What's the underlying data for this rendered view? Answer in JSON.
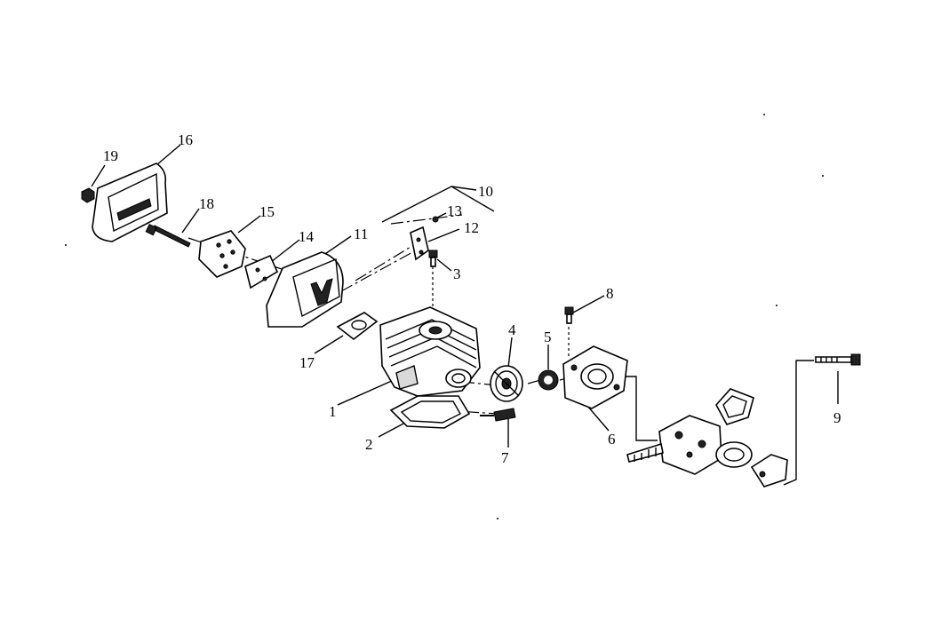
{
  "diagram": {
    "callouts": [
      {
        "id": "c1",
        "label": "1"
      },
      {
        "id": "c2",
        "label": "2"
      },
      {
        "id": "c3",
        "label": "3"
      },
      {
        "id": "c4",
        "label": "4"
      },
      {
        "id": "c5",
        "label": "5"
      },
      {
        "id": "c6",
        "label": "6"
      },
      {
        "id": "c7",
        "label": "7"
      },
      {
        "id": "c8",
        "label": "8"
      },
      {
        "id": "c9",
        "label": "9"
      },
      {
        "id": "c10",
        "label": "10"
      },
      {
        "id": "c11",
        "label": "11"
      },
      {
        "id": "c12",
        "label": "12"
      },
      {
        "id": "c13",
        "label": "13"
      },
      {
        "id": "c14",
        "label": "14"
      },
      {
        "id": "c15",
        "label": "15"
      },
      {
        "id": "c16",
        "label": "16"
      },
      {
        "id": "c17",
        "label": "17"
      },
      {
        "id": "c18",
        "label": "18"
      },
      {
        "id": "c19",
        "label": "19"
      }
    ],
    "line_color": "#000000",
    "background": "#ffffff"
  }
}
